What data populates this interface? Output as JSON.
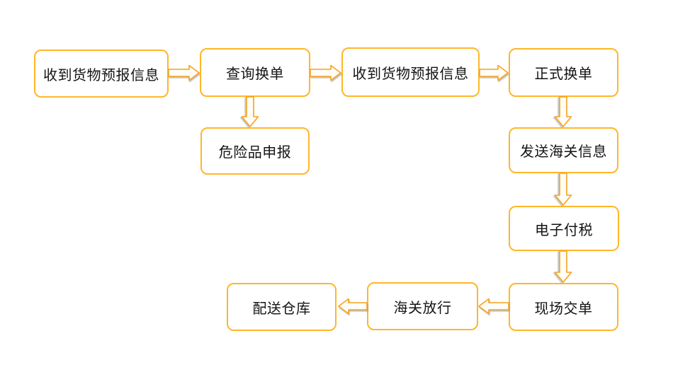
{
  "flowchart": {
    "colors": {
      "background": "#FFFFFF",
      "box_border": "#FFB629",
      "arrow_stroke": "#F6A21D",
      "arrow_fill": "#FFFDF6",
      "text": "#141414"
    },
    "nodes": [
      {
        "id": "receive-cargo-forecast-1",
        "label": "收到货物预报信息"
      },
      {
        "id": "query-bill-exchange",
        "label": "查询换单"
      },
      {
        "id": "receive-cargo-forecast-2",
        "label": "收到货物预报信息"
      },
      {
        "id": "formal-bill-exchange",
        "label": "正式换单"
      },
      {
        "id": "dangerous-goods-declaration",
        "label": "危险品申报"
      },
      {
        "id": "send-customs-info",
        "label": "发送海关信息"
      },
      {
        "id": "electronic-tax-payment",
        "label": "电子付税"
      },
      {
        "id": "onsite-document-submission",
        "label": "现场交单"
      },
      {
        "id": "customs-release",
        "label": "海关放行"
      },
      {
        "id": "warehouse-delivery",
        "label": "配送仓库"
      }
    ],
    "connectors": [
      {
        "from": "receive-cargo-forecast-1",
        "to": "query-bill-exchange",
        "direction": "right"
      },
      {
        "from": "query-bill-exchange",
        "to": "receive-cargo-forecast-2",
        "direction": "right"
      },
      {
        "from": "receive-cargo-forecast-2",
        "to": "formal-bill-exchange",
        "direction": "right"
      },
      {
        "from": "query-bill-exchange",
        "to": "dangerous-goods-declaration",
        "direction": "down"
      },
      {
        "from": "formal-bill-exchange",
        "to": "send-customs-info",
        "direction": "down"
      },
      {
        "from": "send-customs-info",
        "to": "electronic-tax-payment",
        "direction": "down"
      },
      {
        "from": "electronic-tax-payment",
        "to": "onsite-document-submission",
        "direction": "down"
      },
      {
        "from": "onsite-document-submission",
        "to": "customs-release",
        "direction": "left"
      },
      {
        "from": "customs-release",
        "to": "warehouse-delivery",
        "direction": "left"
      }
    ]
  }
}
